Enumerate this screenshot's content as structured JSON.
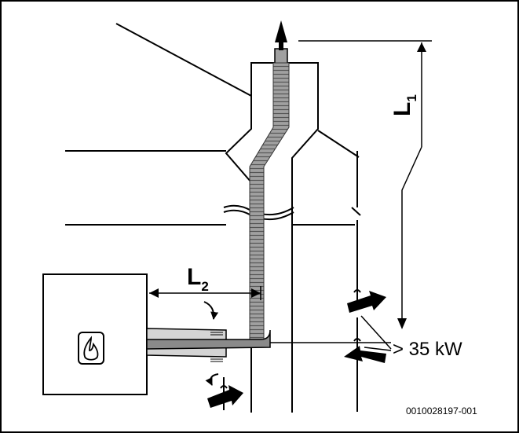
{
  "labels": {
    "l1_main": "L",
    "l1_sub": "1",
    "l2_main": "L",
    "l2_sub": "2",
    "power": "> 35 kW",
    "reference": "0010028197-001"
  },
  "icons": {
    "boiler": "flame-icon"
  },
  "colors": {
    "pipe_fill": "#a0a0a0",
    "pipe_dark": "#6f6f6f",
    "line": "#000000",
    "background": "#ffffff"
  }
}
